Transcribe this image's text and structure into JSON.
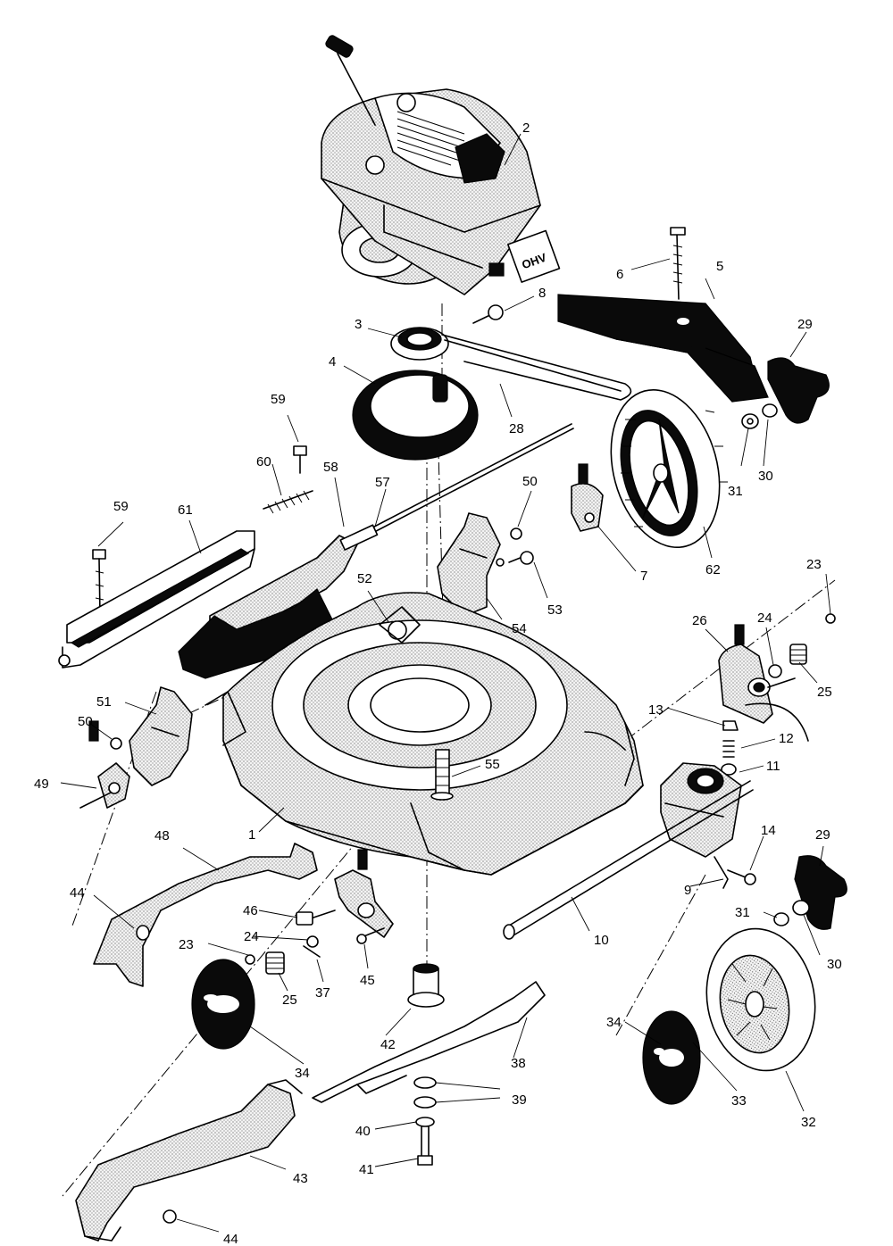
{
  "diagram": {
    "labels": [
      "1",
      "2",
      "3",
      "4",
      "5",
      "6",
      "7",
      "8",
      "9",
      "10",
      "11",
      "12",
      "13",
      "14",
      "23",
      "23",
      "24",
      "24",
      "25",
      "25",
      "26",
      "28",
      "29",
      "29",
      "30",
      "30",
      "31",
      "31",
      "32",
      "33",
      "34",
      "34",
      "37",
      "38",
      "39",
      "40",
      "41",
      "42",
      "43",
      "44",
      "44",
      "45",
      "46",
      "48",
      "49",
      "50",
      "50",
      "51",
      "52",
      "53",
      "54",
      "55",
      "57",
      "58",
      "59",
      "59",
      "60",
      "61",
      "62"
    ],
    "colors": {
      "ink": "#000000",
      "paper": "#ffffff",
      "solid_part": "#0a0a0a"
    }
  }
}
